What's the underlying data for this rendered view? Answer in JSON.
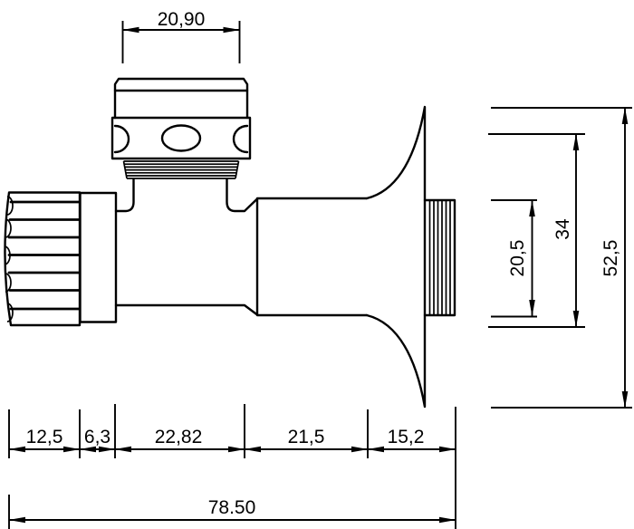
{
  "page": {
    "background": "#ffffff",
    "line_color": "#000000"
  },
  "dimensions": {
    "top_width": "20,90",
    "chain": [
      "12,5",
      "6,3",
      "22,82",
      "21,5",
      "15,2"
    ],
    "overall_length": "78.50",
    "outlet_diameter": "20,5",
    "flange_mid_height": "34",
    "flange_diameter": "52,5"
  }
}
